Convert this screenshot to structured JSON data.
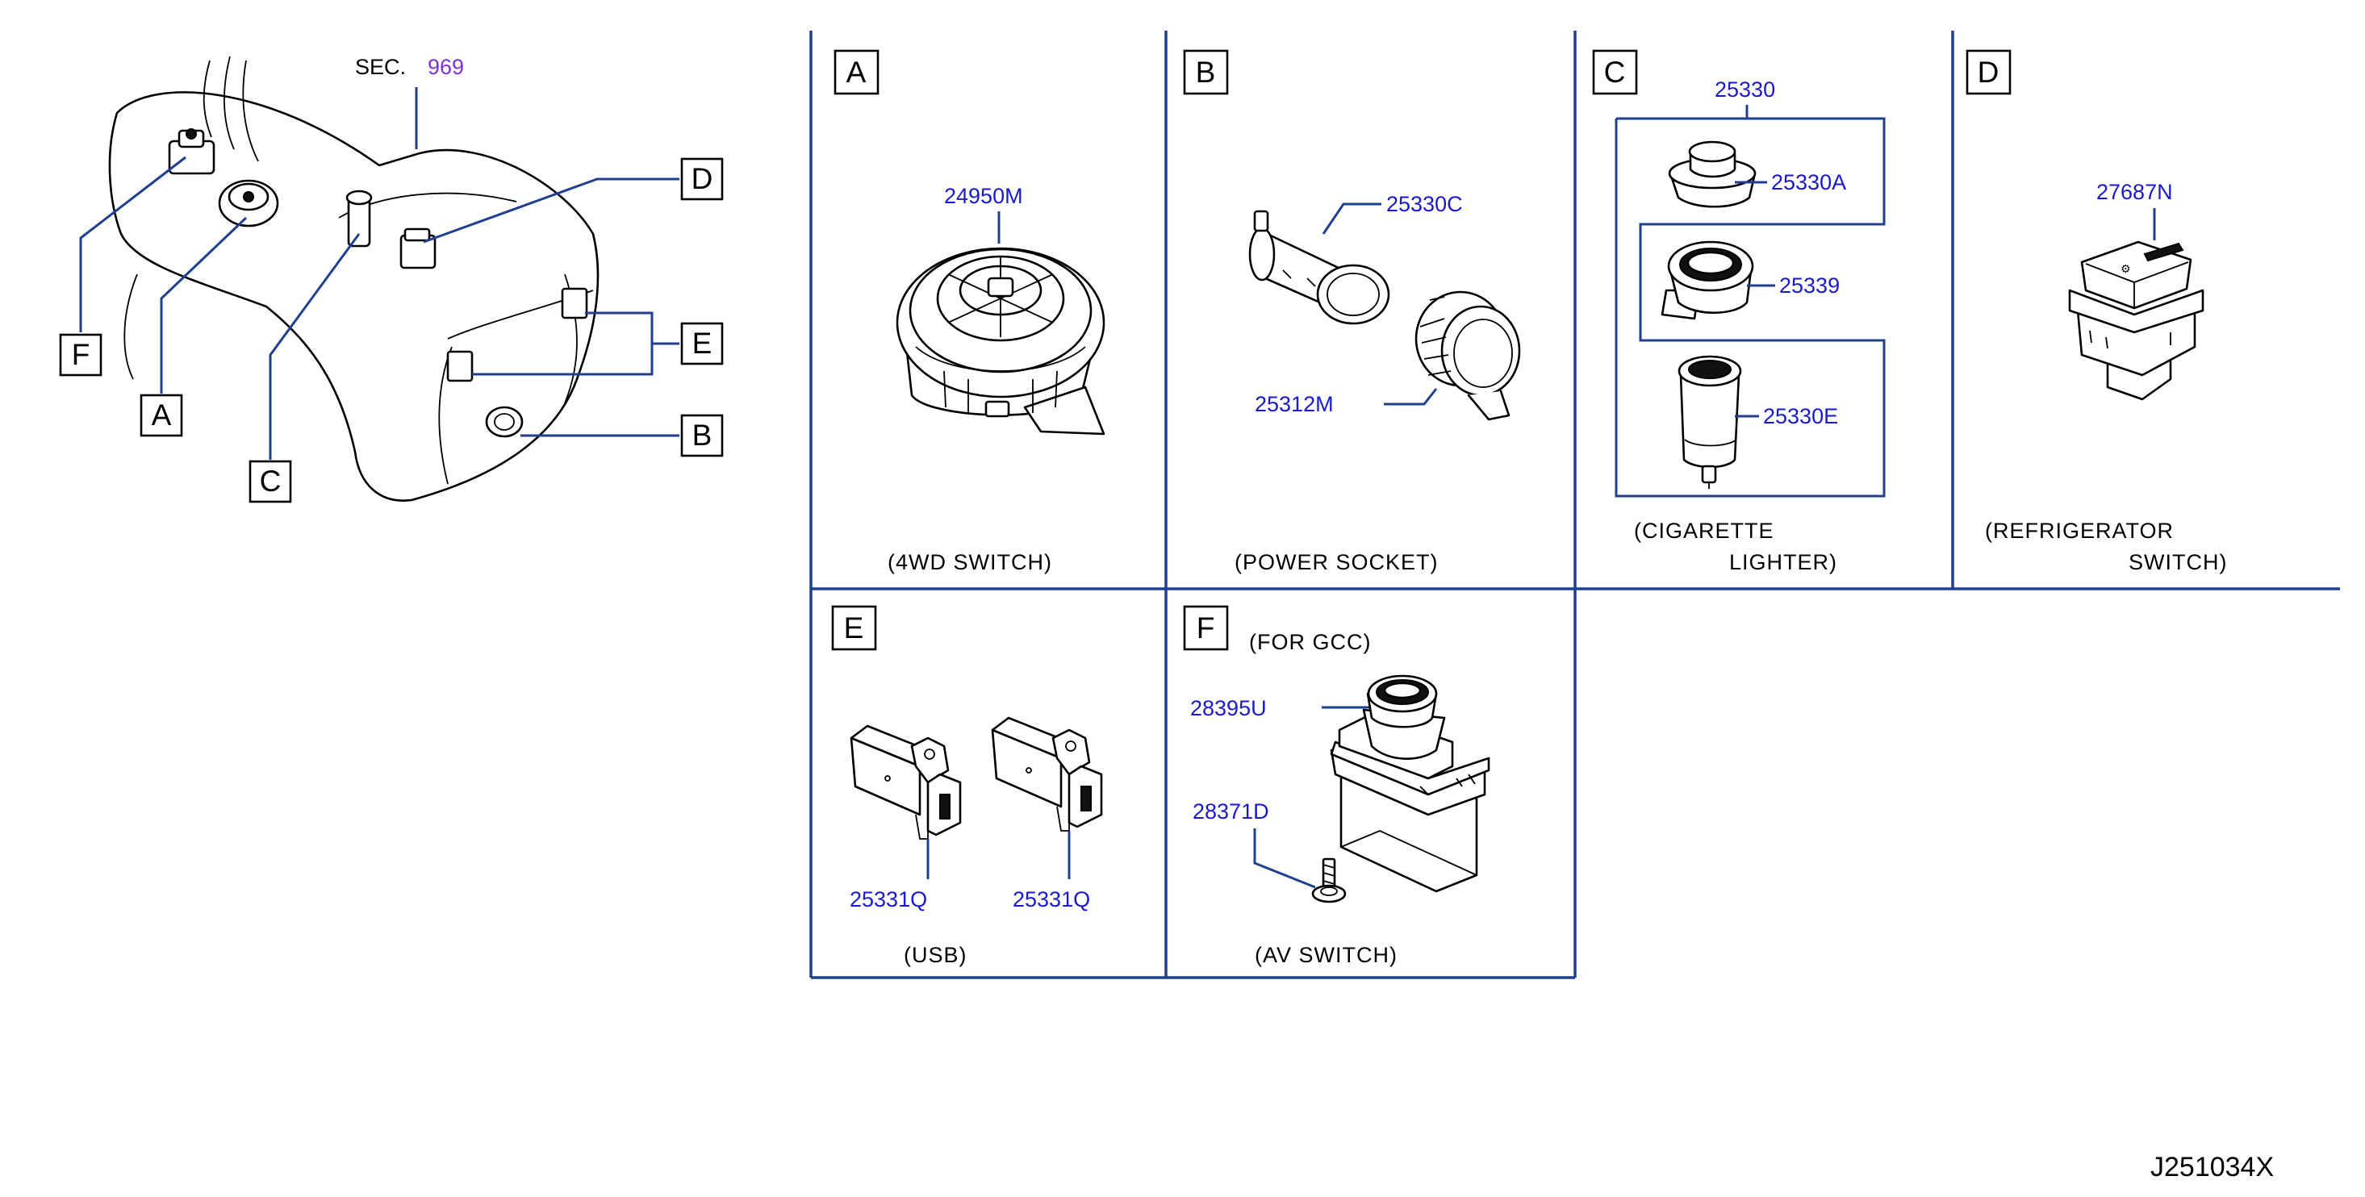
{
  "overview": {
    "sec_prefix": "SEC.",
    "sec_number": "969",
    "callouts": [
      "F",
      "A",
      "C",
      "D",
      "E",
      "B"
    ]
  },
  "panels": {
    "A": {
      "letter": "A",
      "parts": [
        "24950M"
      ],
      "caption": "(4WD   SWITCH)"
    },
    "B": {
      "letter": "B",
      "parts": [
        "25330C",
        "25312M"
      ],
      "caption": "(POWER   SOCKET)"
    },
    "C": {
      "letter": "C",
      "assembly": "25330",
      "parts": [
        "25330A",
        "25339",
        "25330E"
      ],
      "caption_line1": "(CIGARETTE",
      "caption_line2": "LIGHTER)"
    },
    "D": {
      "letter": "D",
      "parts": [
        "27687N"
      ],
      "caption_line1": "(REFRIGERATOR",
      "caption_line2": "SWITCH)"
    },
    "E": {
      "letter": "E",
      "parts": [
        "25331Q",
        "25331Q"
      ],
      "caption": "(USB)"
    },
    "F": {
      "letter": "F",
      "note": "(FOR   GCC)",
      "parts": [
        "28395U",
        "28371D"
      ],
      "caption": "(AV   SWITCH)"
    }
  },
  "diagram_code": "J251034X",
  "colors": {
    "leader_lines": "#1f3f8f",
    "part_numbers": "#1a1acc",
    "section_link": "#7d33d6"
  }
}
